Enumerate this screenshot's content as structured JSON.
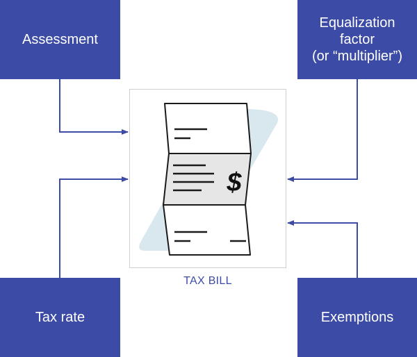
{
  "boxes": {
    "assessment": "Assessment",
    "equalization_line1": "Equalization",
    "equalization_line2": "factor",
    "equalization_line3": "(or “multiplier”)",
    "tax_rate": "Tax rate",
    "exemptions": "Exemptions"
  },
  "center": {
    "caption": "TAX BILL",
    "currency_symbol": "$"
  },
  "colors": {
    "box_fill": "#3c4ba5",
    "box_text": "#ffffff",
    "connector": "#3c4ba5",
    "caption": "#3c4ba5",
    "bill_band": "#e6e6e6",
    "bill_shadow": "#d9e7ef"
  }
}
